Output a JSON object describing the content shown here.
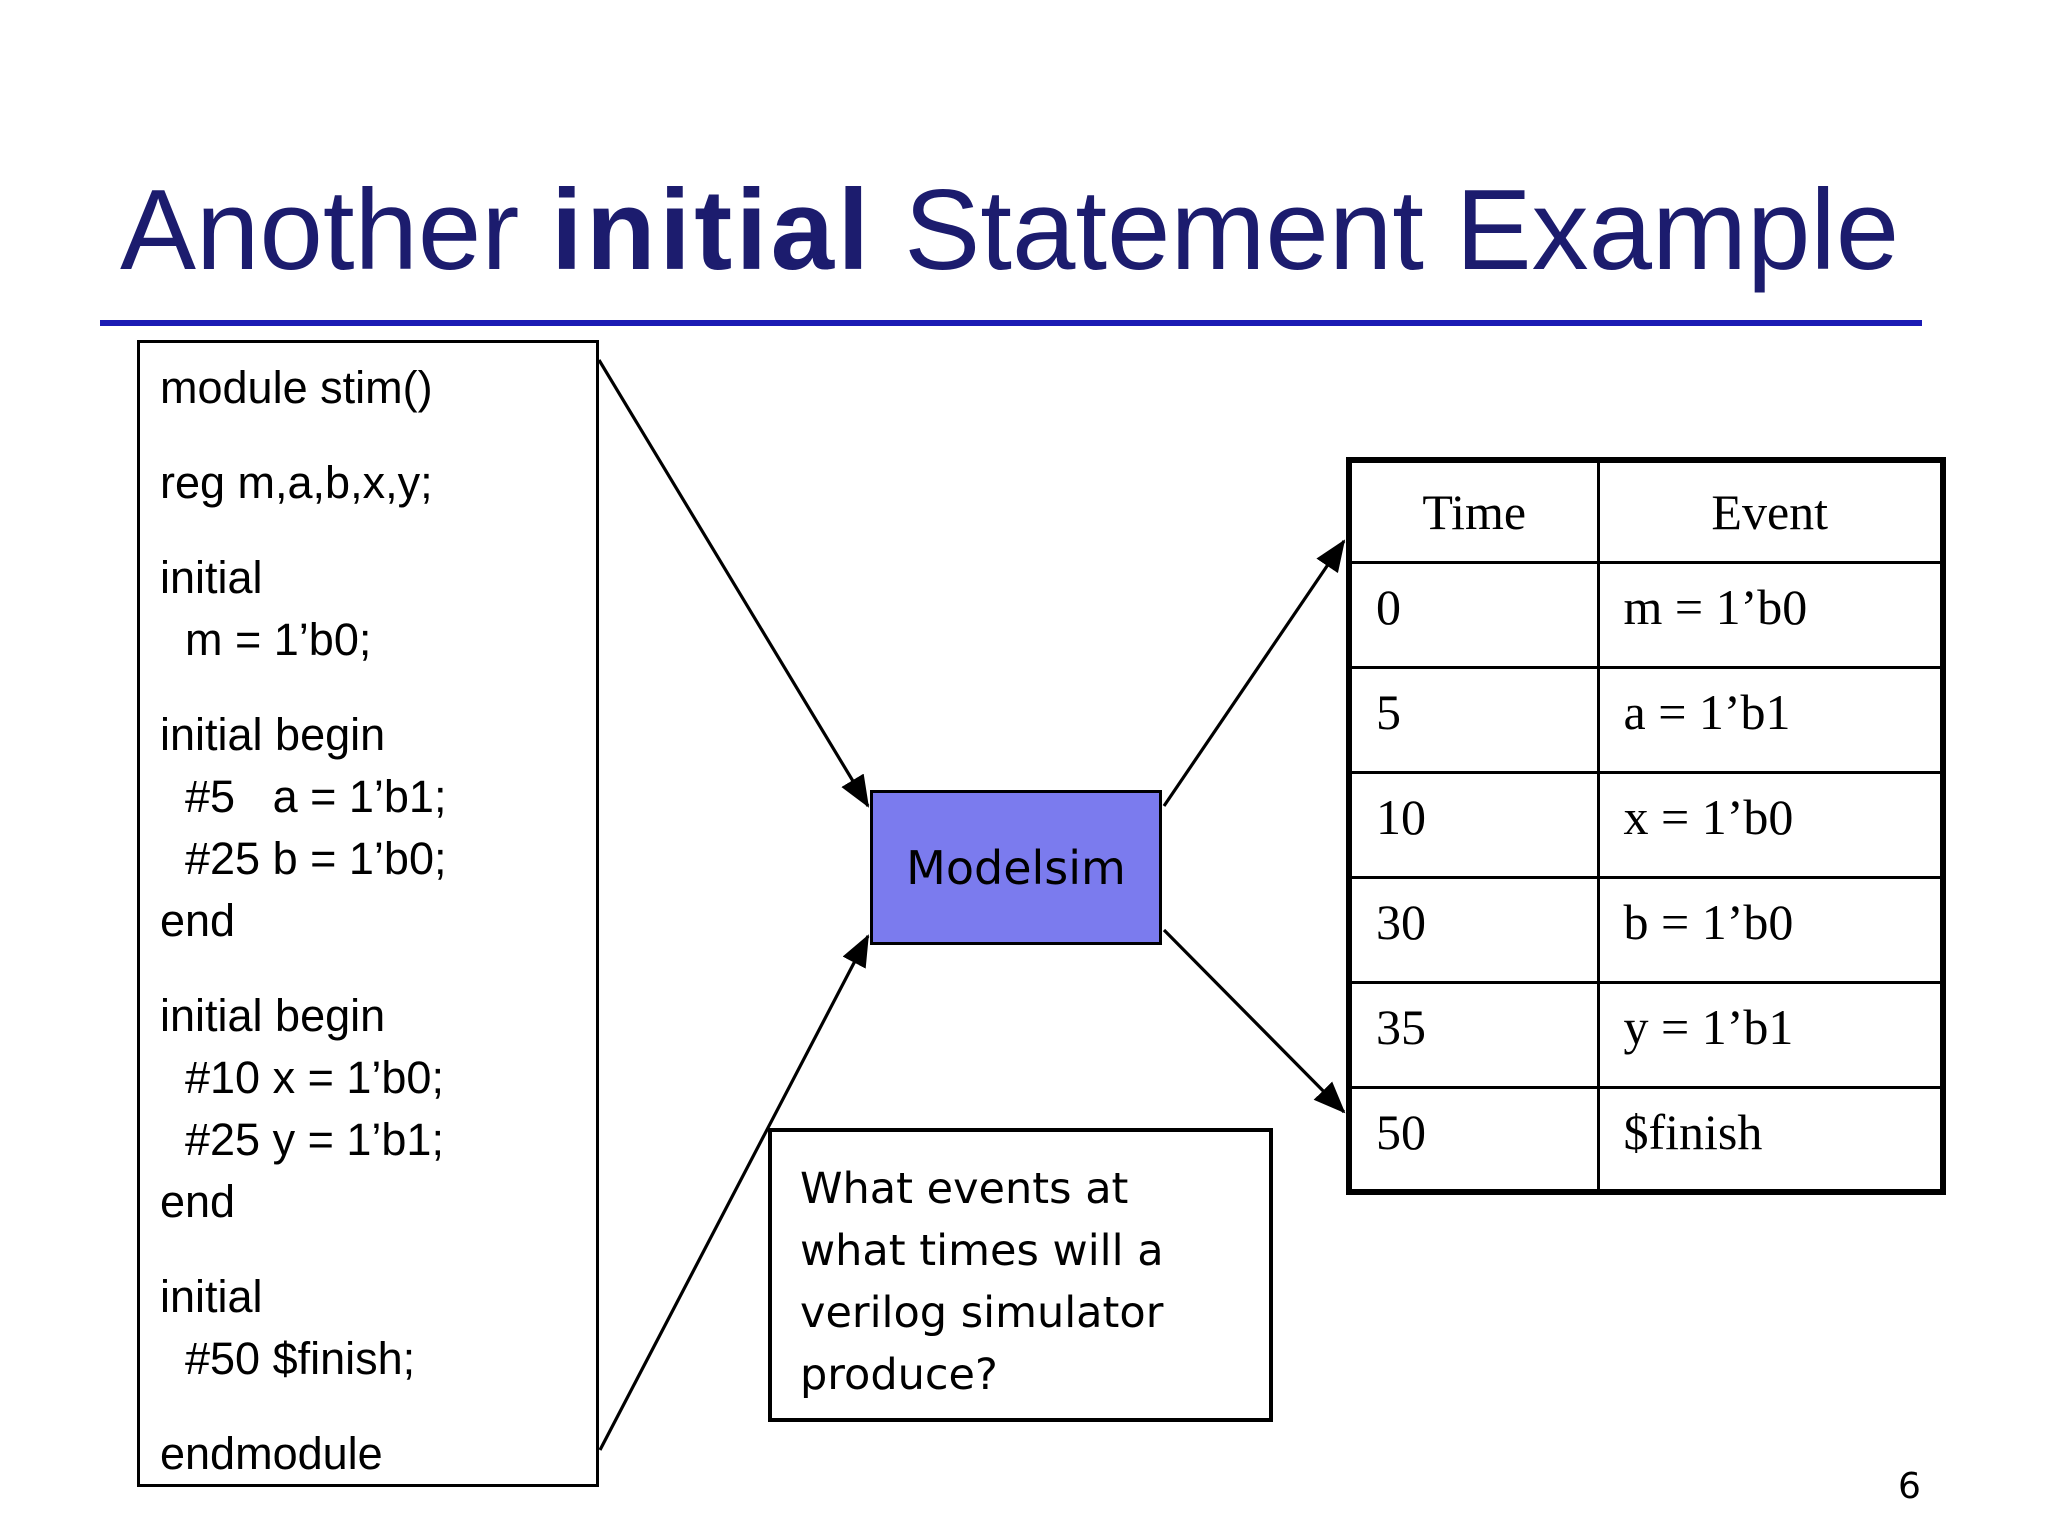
{
  "title": {
    "prefix": "Another ",
    "keyword": "initial",
    "suffix": " Statement Example"
  },
  "colors": {
    "title_text": "#1c1c6e",
    "title_rule": "#1b1bb4",
    "simulator_fill": "#7b7bee"
  },
  "code_box": {
    "blocks": [
      "module stim()",
      "reg m,a,b,x,y;",
      "initial\n  m = 1’b0;",
      "initial begin\n  #5   a = 1’b1;\n  #25 b = 1’b0;\nend",
      "initial begin\n  #10 x = 1’b0;\n  #25 y = 1’b1;\nend",
      "initial\n  #50 $finish;",
      "endmodule"
    ]
  },
  "simulator_box": {
    "label": "Modelsim"
  },
  "question_box": {
    "text": "What events at\nwhat times will a\nverilog simulator\nproduce?"
  },
  "event_table": {
    "headers": [
      "Time",
      "Event"
    ],
    "rows": [
      [
        "0",
        "m = 1’b0"
      ],
      [
        "5",
        "a = 1’b1"
      ],
      [
        "10",
        "x = 1’b0"
      ],
      [
        "30",
        "b = 1’b0"
      ],
      [
        "35",
        "y = 1’b1"
      ],
      [
        "50",
        "$finish"
      ]
    ]
  },
  "page_number": "6"
}
